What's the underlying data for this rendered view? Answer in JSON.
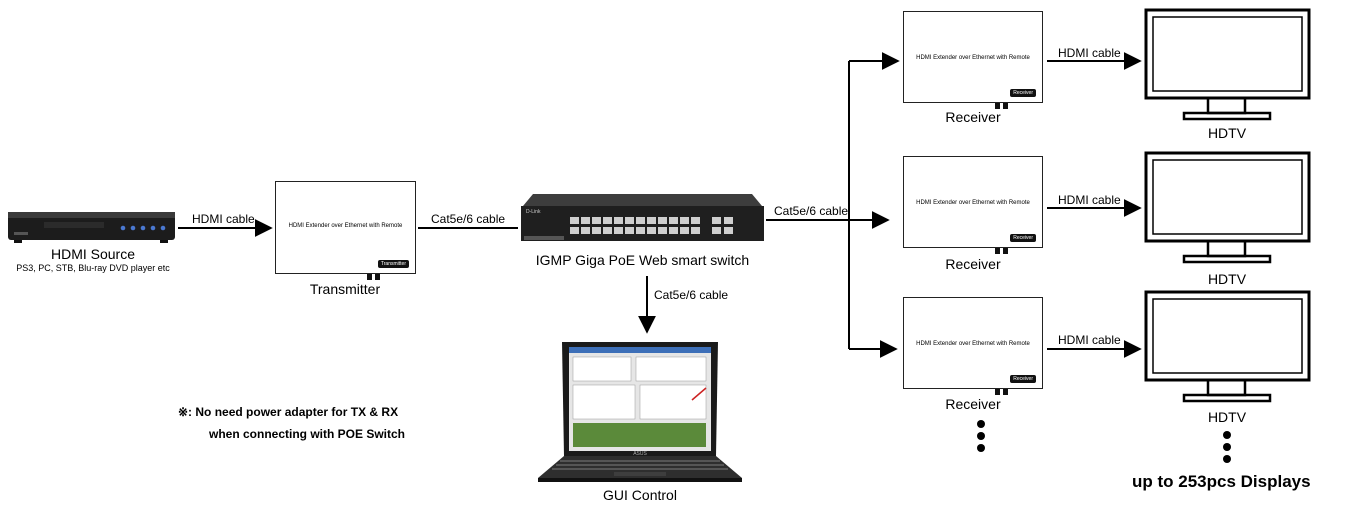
{
  "source": {
    "title": "HDMI Source",
    "subtitle": "PS3, PC, STB, Blu-ray DVD player etc",
    "cable": "HDMI cable"
  },
  "transmitter": {
    "model_text": "HDMI Extender over Ethernet with Remote",
    "tag": "Transmitter",
    "label": "Transmitter",
    "cable": "Cat5e/6 cable"
  },
  "switch": {
    "label": "IGMP Giga PoE Web smart switch",
    "brand": "D-Link",
    "out_cable": "Cat5e/6 cable",
    "down_cable": "Cat5e/6 cable"
  },
  "gui": {
    "label": "GUI Control",
    "laptop_brand": "ASUS"
  },
  "note": {
    "line1": "※: No need power adapter for TX & RX",
    "line2": "when connecting with POE Switch"
  },
  "receivers": [
    {
      "model_text": "HDMI Extender over Ethernet with Remote",
      "tag": "Receiver",
      "label": "Receiver",
      "cable": "HDMI cable",
      "display": "HDTV"
    },
    {
      "model_text": "HDMI Extender over Ethernet with Remote",
      "tag": "Receiver",
      "label": "Receiver",
      "cable": "HDMI cable",
      "display": "HDTV"
    },
    {
      "model_text": "HDMI Extender over Ethernet with Remote",
      "tag": "Receiver",
      "label": "Receiver",
      "cable": "HDMI cable",
      "display": "HDTV"
    }
  ],
  "footer": "up to 253pcs Displays",
  "colors": {
    "line": "#000000",
    "device_dark": "#1c1c1c",
    "screen_blue": "#2a5aa8"
  }
}
